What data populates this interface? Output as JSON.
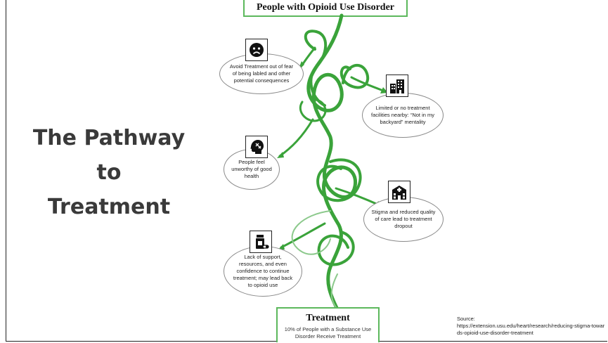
{
  "header": {
    "title": "People with Opioid Use Disorder"
  },
  "main_title": {
    "line1": "The Pathway",
    "line2": "to",
    "line3": "Treatment"
  },
  "nodes": [
    {
      "text": "Avoid Treatment out of fear of being labled and other potential consequences",
      "icon": "sad-face-icon"
    },
    {
      "text": "Limited or no treatment facilities nearby: “Not in my backyard” mentality",
      "icon": "buildings-icon"
    },
    {
      "text": "People feel unworthy of good health",
      "icon": "head-brain-icon"
    },
    {
      "text": "Stigma and reduced quality of care lead to treatment dropout",
      "icon": "hospital-icon"
    },
    {
      "text": "Lack of support, resources, and even confidence to continue treatment; may lead back to opioid use",
      "icon": "pill-bottle-icon"
    }
  ],
  "footer": {
    "title": "Treatment",
    "subtitle": "10% of People with a Substance Use Disorder Receive Treatment"
  },
  "source": {
    "label": "Source:",
    "url": "https://extension.usu.edu/heart/research/reducing-stigma-towards-opioid-use-disorder-treatment"
  },
  "colors": {
    "accent": "#3aa33a",
    "box_border": "#5cb85c",
    "title_text": "#3a3a3a"
  }
}
